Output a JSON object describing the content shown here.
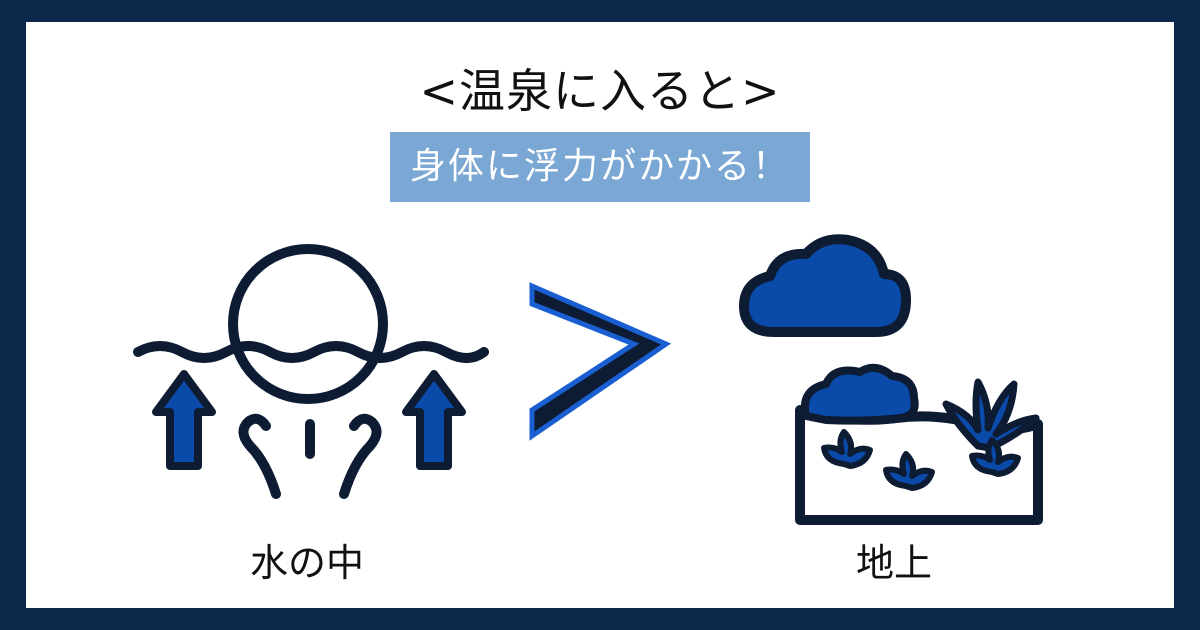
{
  "title": "<温泉に入ると>",
  "subtitle": "身体に浮力がかかる！",
  "left_label": "水の中",
  "right_label": "地上",
  "comparison_symbol": ">",
  "icons": {
    "left": "floating-sphere-in-water-icon",
    "right_cloud": "cloud-icon",
    "right_ground": "ground-with-plants-icon"
  },
  "colors": {
    "frame": "#0b284b",
    "background": "#ffffff",
    "subtitle_box": "#7aa7d4",
    "icon_stroke": "#0d1b33",
    "icon_fill": "#0a4aa8"
  }
}
